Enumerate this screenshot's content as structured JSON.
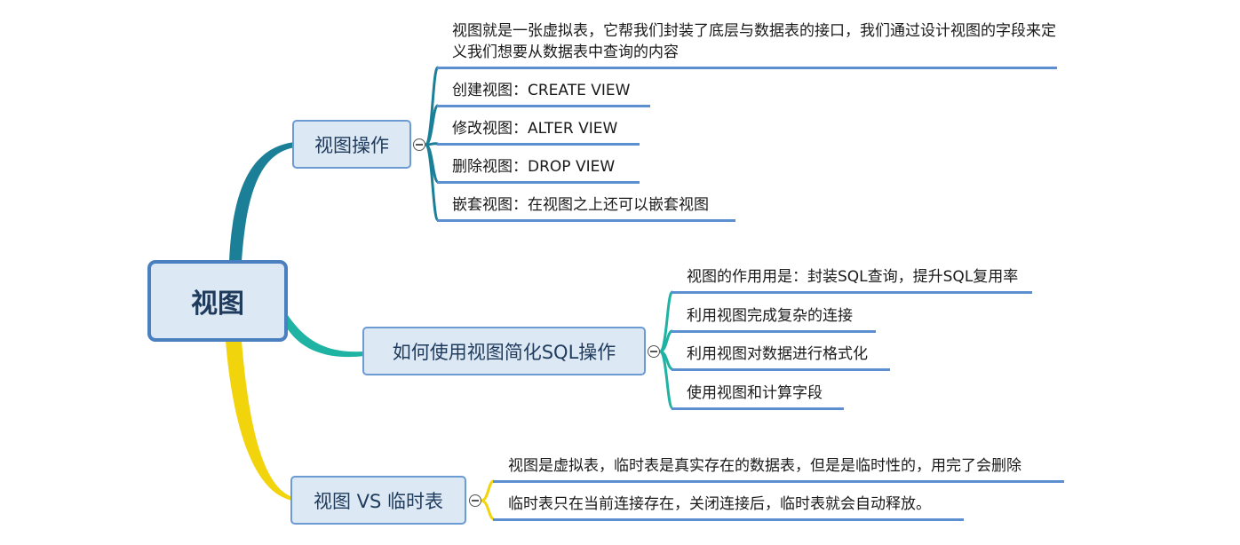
{
  "root": {
    "label": "视图"
  },
  "branches": [
    {
      "label": "视图操作",
      "color": "#1b7f98",
      "items": [
        "视图就是一张虚拟表，它帮我们封装了底层与数据表的接口，我们通过设计视图的字段来定义我们想要从数据表中查询的内容",
        "创建视图：CREATE VIEW",
        "修改视图：ALTER VIEW",
        "删除视图：DROP VIEW",
        "嵌套视图：在视图之上还可以嵌套视图"
      ]
    },
    {
      "label": "如何使用视图简化SQL操作",
      "color": "#1fb3a4",
      "items": [
        "视图的作用用是：封装SQL查询，提升SQL复用率",
        "利用视图完成复杂的连接",
        "利用视图对数据进行格式化",
        "使用视图和计算字段"
      ]
    },
    {
      "label": "视图 VS 临时表",
      "color": "#f2d40c",
      "items": [
        "视图是虚拟表，临时表是真实存在的数据表，但是是临时性的，用完了会删除",
        "临时表只在当前连接存在，关闭连接后，临时表就会自动释放。"
      ]
    }
  ]
}
